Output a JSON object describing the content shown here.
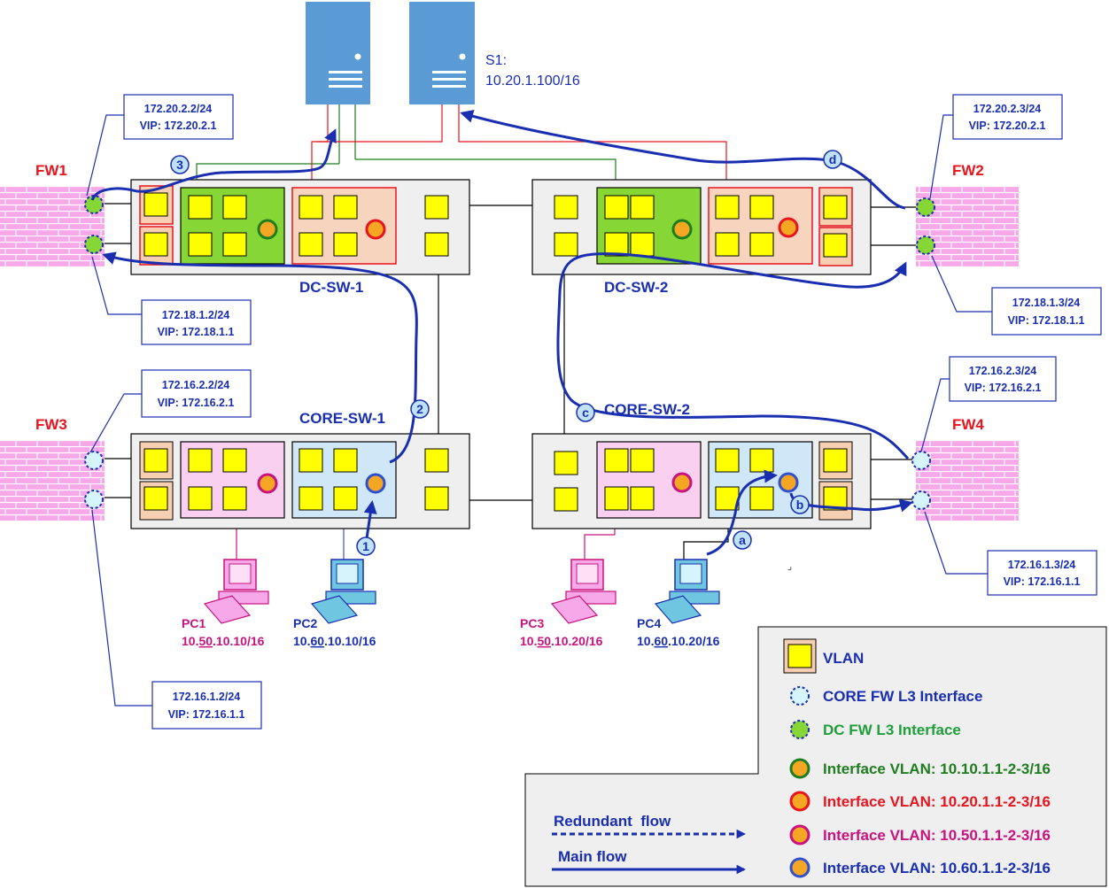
{
  "servers": {
    "s1_label": "S1:",
    "s1_ip": "10.20.1.100/16"
  },
  "switches": {
    "dc1": "DC-SW-1",
    "dc2": "DC-SW-2",
    "core1": "CORE-SW-1",
    "core2": "CORE-SW-2"
  },
  "firewalls": {
    "fw1": "FW1",
    "fw2": "FW2",
    "fw3": "FW3",
    "fw4": "FW4"
  },
  "callouts": {
    "fw1_top": [
      "172.20.2.2/24",
      "VIP: 172.20.2.1"
    ],
    "fw1_bot": [
      "172.18.1.2/24",
      "VIP: 172.18.1.1"
    ],
    "fw2_top": [
      "172.20.2.3/24",
      "VIP: 172.20.2.1"
    ],
    "fw2_bot": [
      "172.18.1.3/24",
      "VIP: 172.18.1.1"
    ],
    "fw3_top": [
      "172.16.2.2/24",
      "VIP: 172.16.2.1"
    ],
    "fw3_bot": [
      "172.16.1.2/24",
      "VIP: 172.16.1.1"
    ],
    "fw4_top": [
      "172.16.2.3/24",
      "VIP: 172.16.2.1"
    ],
    "fw4_bot": [
      "172.16.1.3/24",
      "VIP: 172.16.1.1"
    ]
  },
  "pcs": {
    "pc1": {
      "name": "PC1",
      "ip_a": "10.",
      "ip_b": "50",
      "ip_c": ".10.10/16"
    },
    "pc2": {
      "name": "PC2",
      "ip_a": "10.",
      "ip_b": "60",
      "ip_c": ".10.10/16"
    },
    "pc3": {
      "name": "PC3",
      "ip_a": "10.",
      "ip_b": "50",
      "ip_c": ".10.20/16"
    },
    "pc4": {
      "name": "PC4",
      "ip_a": "10.",
      "ip_b": "60",
      "ip_c": ".10.20/16"
    }
  },
  "flow_markers": [
    "1",
    "2",
    "3",
    "a",
    "b",
    "c",
    "d"
  ],
  "legend": {
    "vlan": "VLAN",
    "core_fw": "CORE FW L3 Interface",
    "dc_fw": "DC FW L3 Interface",
    "vlan10": "Interface VLAN: 10.10.1.1-2-3/16",
    "vlan20": "Interface VLAN: 10.20.1.1-2-3/16",
    "vlan50": "Interface VLAN: 10.50.1.1-2-3/16",
    "vlan60": "Interface VLAN: 10.60.1.1-2-3/16",
    "redundant": "Redundant  flow",
    "main": "Main flow"
  },
  "colors": {
    "blue_flow": "#1a2fb0",
    "fw_red": "#e8141e",
    "green": "#1f7d1f",
    "magenta": "#c8137f",
    "server_blue": "#5b9bd5",
    "vlan_yellow": "#ffff00"
  }
}
